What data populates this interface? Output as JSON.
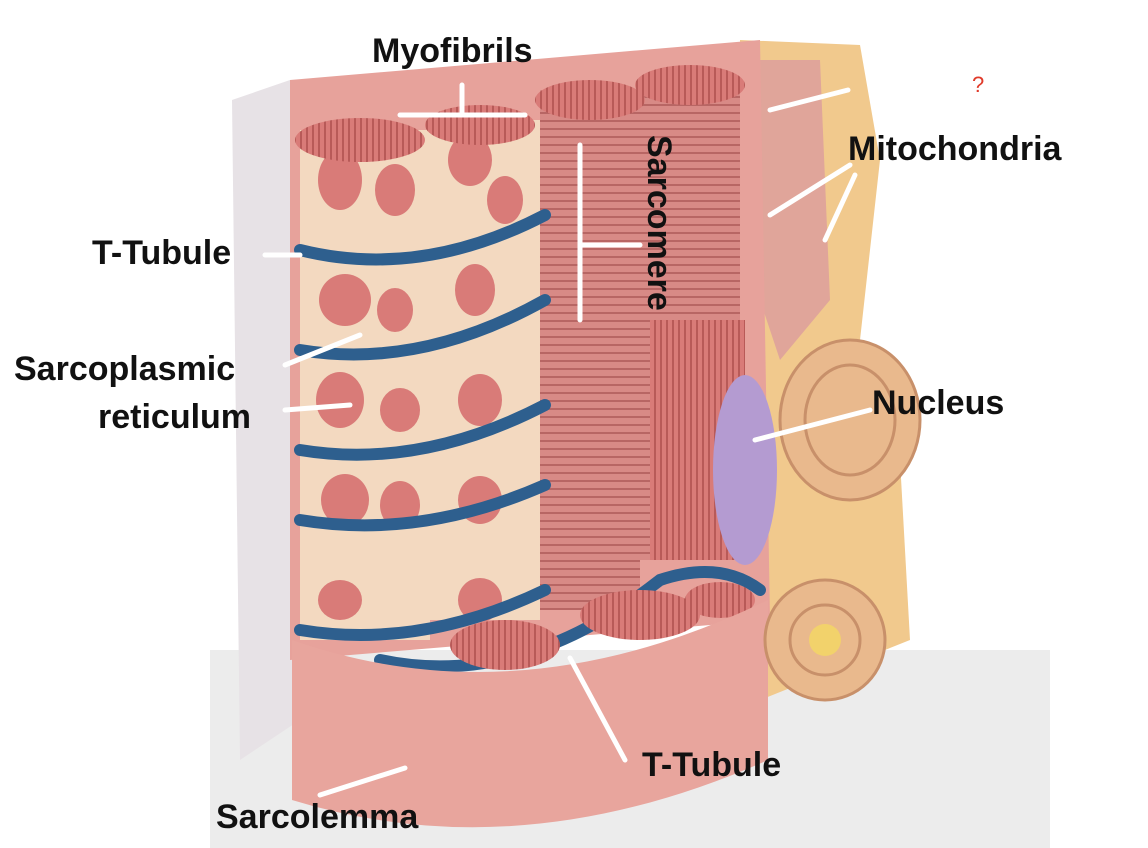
{
  "labels": {
    "myofibrils": "Myofibrils",
    "mitochondria": "Mitochondria",
    "sarcomere": "Sarcomere",
    "t_tubule_left": "T-Tubule",
    "sarcoplasmic_1": "Sarcoplasmic",
    "sarcoplasmic_2": "reticulum",
    "nucleus": "Nucleus",
    "t_tubule_bottom": "T-Tubule",
    "sarcolemma": "Sarcolemma",
    "unknown_mark": "?"
  },
  "colors": {
    "muscle": "#d97b78",
    "sarcoplasmic_reticulum": "#f3d9c0",
    "t_tubule": "#2e5f8e",
    "sarcolemma": "#e8a59d",
    "nucleus": "#b49bd1",
    "base": "#ececec"
  }
}
